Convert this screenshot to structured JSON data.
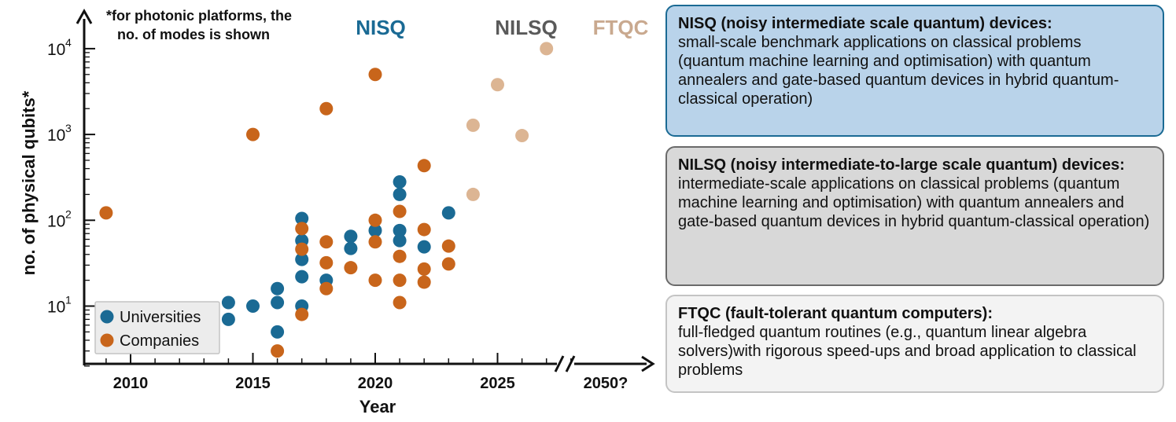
{
  "chart_data": {
    "type": "scatter",
    "xlabel": "Year",
    "ylabel": "no. of physical qubits*",
    "y_scale": "log",
    "xlim": [
      2008,
      2029
    ],
    "ylim": [
      2,
      20000
    ],
    "footnote": "*for photonic platforms, the\nno. of modes is shown",
    "x_ticks": [
      {
        "value": 2010,
        "label": "2010"
      },
      {
        "value": 2015,
        "label": "2015"
      },
      {
        "value": 2020,
        "label": "2020"
      },
      {
        "value": 2025,
        "label": "2025"
      }
    ],
    "x_break_label": "2050?",
    "y_ticks": [
      {
        "value": 10,
        "base": "10",
        "exp": "1"
      },
      {
        "value": 100,
        "base": "10",
        "exp": "2"
      },
      {
        "value": 1000,
        "base": "10",
        "exp": "3"
      },
      {
        "value": 10000,
        "base": "10",
        "exp": "4"
      }
    ],
    "era_labels": [
      {
        "label": "NISQ",
        "color": "#1a6a94"
      },
      {
        "label": "NILSQ",
        "color": "#5a5a5a"
      },
      {
        "label": "FTQC",
        "color": "#c9a98f"
      }
    ],
    "legend_position": "bottom-left",
    "series": [
      {
        "name": "Universities",
        "color": "#1a6a94",
        "points": [
          [
            2014,
            11
          ],
          [
            2014,
            7
          ],
          [
            2015,
            10
          ],
          [
            2016,
            16
          ],
          [
            2016,
            11
          ],
          [
            2016,
            5
          ],
          [
            2017,
            105
          ],
          [
            2017,
            58
          ],
          [
            2017,
            35
          ],
          [
            2017,
            22
          ],
          [
            2017,
            10
          ],
          [
            2018,
            20
          ],
          [
            2019,
            65
          ],
          [
            2019,
            47
          ],
          [
            2020,
            76
          ],
          [
            2021,
            280
          ],
          [
            2021,
            200
          ],
          [
            2021,
            76
          ],
          [
            2021,
            58
          ],
          [
            2022,
            49
          ],
          [
            2023,
            122
          ]
        ]
      },
      {
        "name": "Companies",
        "color": "#c8651b",
        "points": [
          [
            2009,
            122
          ],
          [
            2015,
            1000
          ],
          [
            2016,
            3
          ],
          [
            2017,
            80
          ],
          [
            2017,
            46
          ],
          [
            2017,
            8
          ],
          [
            2018,
            2000
          ],
          [
            2018,
            56
          ],
          [
            2018,
            32
          ],
          [
            2018,
            16
          ],
          [
            2019,
            28
          ],
          [
            2020,
            5000
          ],
          [
            2020,
            100
          ],
          [
            2020,
            56
          ],
          [
            2020,
            20
          ],
          [
            2021,
            127
          ],
          [
            2021,
            38
          ],
          [
            2021,
            20
          ],
          [
            2021,
            11
          ],
          [
            2022,
            433
          ],
          [
            2022,
            78
          ],
          [
            2022,
            27
          ],
          [
            2022,
            19
          ],
          [
            2023,
            50
          ],
          [
            2023,
            31
          ]
        ]
      },
      {
        "color": "#dcb593",
        "points": [
          [
            2024,
            1280
          ],
          [
            2024,
            200
          ],
          [
            2025,
            3800
          ],
          [
            2026,
            970
          ],
          [
            2027,
            10000
          ]
        ]
      }
    ]
  },
  "panels": {
    "nisq": {
      "title": "NISQ (noisy intermediate scale quantum) devices:",
      "description": "small-scale benchmark applications on classical problems (quantum machine learning and optimisation) with quantum annealers and gate-based quantum devices in hybrid quantum-classical operation)"
    },
    "nilsq": {
      "title": "NILSQ (noisy intermediate-to-large scale quantum) devices:",
      "description": "intermediate-scale applications on classical problems (quantum machine learning and optimisation) with quantum annealers and gate-based quantum devices in hybrid quantum-classical operation)"
    },
    "ftqc": {
      "title": "FTQC (fault-tolerant quantum computers):",
      "description": "full-fledged quantum routines (e.g., quantum linear algebra solvers)with rigorous speed-ups and broad application to classical problems"
    }
  }
}
